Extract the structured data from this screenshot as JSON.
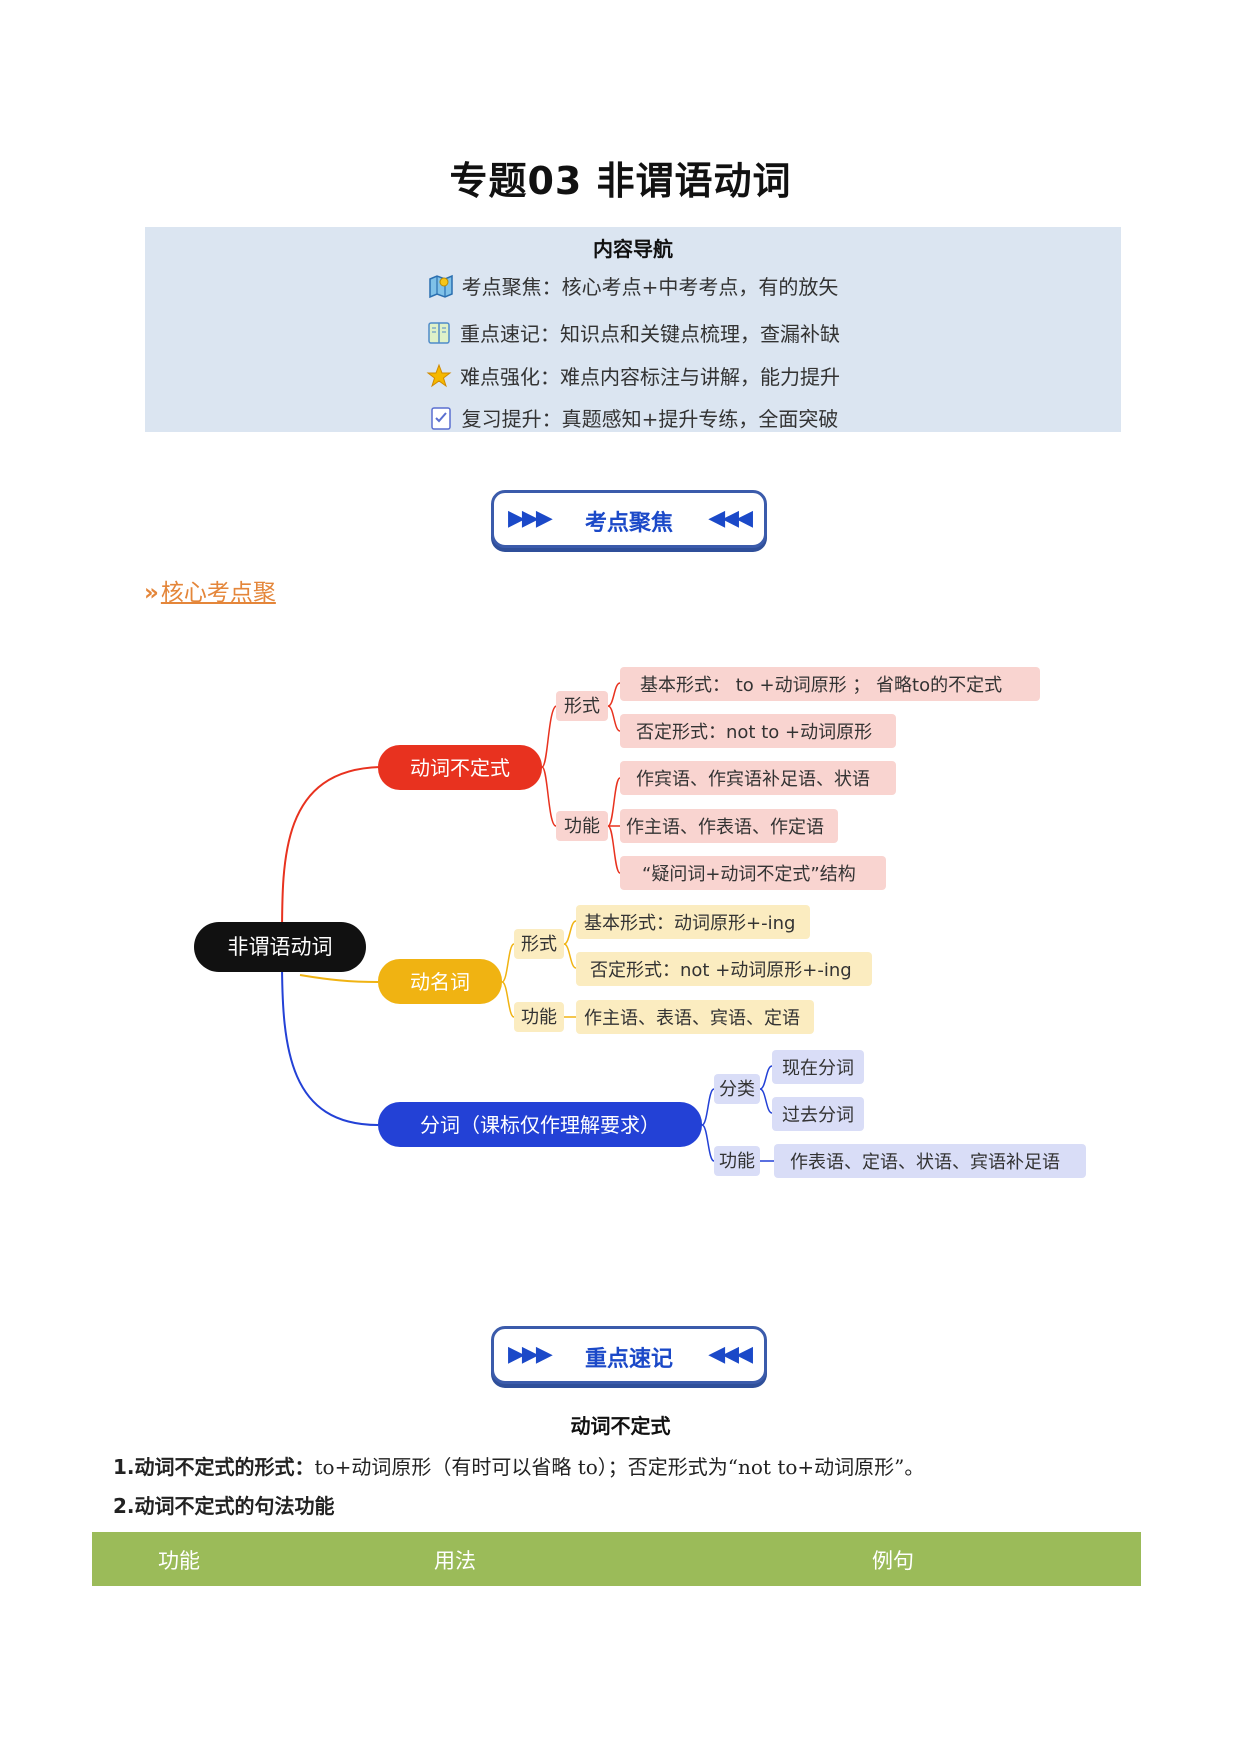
{
  "title": "专题03 非谓语动词",
  "nav": {
    "heading": "内容导航",
    "rows": [
      {
        "icon": "map-icon",
        "text": "考点聚焦：核心考点+中考考点，有的放矢"
      },
      {
        "icon": "book-icon",
        "text": "重点速记：知识点和关键点梳理，查漏补缺"
      },
      {
        "icon": "star-icon",
        "text": "难点强化：难点内容标注与讲解，能力提升"
      },
      {
        "icon": "checklist-icon",
        "text": "复习提升：真题感知+提升专练，全面突破"
      }
    ]
  },
  "banners": {
    "focus": "考点聚焦",
    "notes": "重点速记"
  },
  "core_link": {
    "chev": "»",
    "label": "核心考点聚"
  },
  "mindmap": {
    "root": "非谓语动词",
    "infinitive": {
      "label": "动词不定式",
      "form": "形式",
      "form_items": [
        "基本形式： to +动词原形 ； 省略to的不定式",
        "否定形式：not to +动词原形"
      ],
      "func": "功能",
      "func_items": [
        "作宾语、作宾语补足语、状语",
        "作主语、作表语、作定语",
        "“疑问词+动词不定式”结构"
      ]
    },
    "gerund": {
      "label": "动名词",
      "form": "形式",
      "form_items": [
        "基本形式：动词原形+-ing",
        "否定形式：not +动词原形+-ing"
      ],
      "func": "功能",
      "func_items": [
        "作主语、表语、宾语、定语"
      ]
    },
    "participle": {
      "label": "分词（课标仅作理解要求）",
      "cat": "分类",
      "cat_items": [
        "现在分词",
        "过去分词"
      ],
      "func": "功能",
      "func_items": [
        "作表语、定语、状语、宾语补足语"
      ]
    },
    "colors": {
      "red": "#e8321f",
      "yellow": "#f0b312",
      "blue": "#2341d6",
      "black": "#111111"
    }
  },
  "section": {
    "title": "动词不定式",
    "p1_bold": "1.动词不定式的形式：",
    "p1_text": "to+动词原形（有时可以省略 to）；否定形式为“not to+动词原形”。",
    "p2": "2.动词不定式的句法功能"
  },
  "table": {
    "headers": [
      "功能",
      "用法",
      "例句"
    ],
    "header_color": "#9bbb59"
  }
}
